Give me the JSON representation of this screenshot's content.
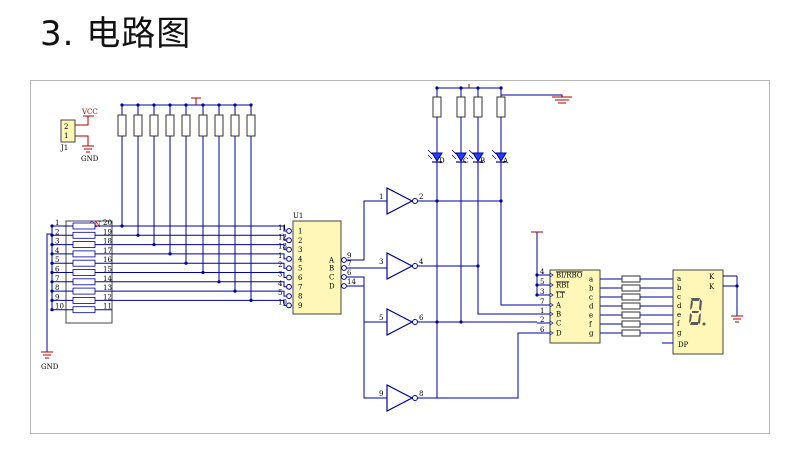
{
  "title": "3. 电路图",
  "labels": {
    "j1": "J1",
    "vcc": "VCC",
    "gnd_top": "GND",
    "gnd_left": "GND",
    "u1": "U1",
    "on": "ON",
    "j1_pin2": "2",
    "j1_pin1": "1",
    "led_d": "D",
    "led_c": "C",
    "led_b": "B",
    "led_a": "A",
    "k1": "K",
    "k2": "K",
    "dp": "DP"
  },
  "dip_left": [
    "1",
    "2",
    "3",
    "4",
    "5",
    "6",
    "7",
    "8",
    "9",
    "10"
  ],
  "dip_right": [
    "20",
    "19",
    "18",
    "17",
    "16",
    "15",
    "14",
    "13",
    "12",
    "11"
  ],
  "u1_pins_left": [
    "1",
    "2",
    "3",
    "4",
    "5",
    "6",
    "7",
    "8",
    "9"
  ],
  "u1_pins_left_outer": [
    "11",
    "12",
    "13",
    "1",
    "2",
    "3",
    "4",
    "5",
    "10"
  ],
  "u1_outputs": [
    "A",
    "B",
    "C",
    "D"
  ],
  "u1_out_pins": [
    "9",
    "7",
    "6",
    "14"
  ],
  "gate_in": [
    "1",
    "3",
    "5",
    "9"
  ],
  "gate_out": [
    "2",
    "4",
    "6",
    "8"
  ],
  "dec_left": [
    "BI/RBO",
    "RBI",
    "LT",
    "A",
    "B",
    "C",
    "D"
  ],
  "dec_left_pins": [
    "4",
    "5",
    "3",
    "7",
    "1",
    "2",
    "6"
  ],
  "dec_right": [
    "a",
    "b",
    "c",
    "d",
    "e",
    "f",
    "g"
  ],
  "disp_left": [
    "a",
    "b",
    "c",
    "d",
    "e",
    "f",
    "g"
  ]
}
